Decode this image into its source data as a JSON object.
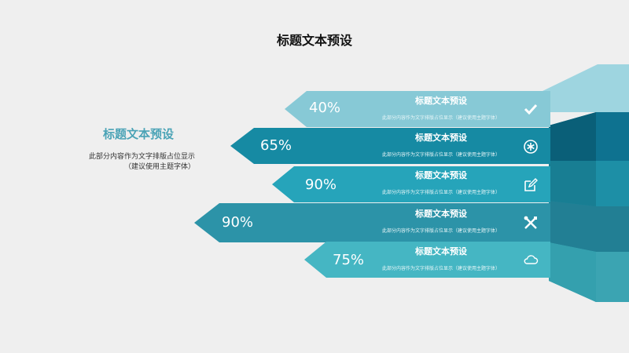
{
  "slide": {
    "title": "标题文本预设"
  },
  "intro": {
    "heading": "标题文本预设",
    "desc_line1": "此部分内容作为文字排版占位显示",
    "desc_line2": "（建议使用主题字体）"
  },
  "rows": [
    {
      "percent": "40%",
      "value": 40,
      "title": "标题文本预设",
      "desc": "此部分内容作为文字排版占位显示（建议使用主题字体）",
      "icon": "check-icon",
      "color": "#87c9d6"
    },
    {
      "percent": "65%",
      "value": 65,
      "title": "标题文本预设",
      "desc": "此部分内容作为文字排版占位显示（建议使用主题字体）",
      "icon": "asterisk-circle-icon",
      "color": "#168aa3"
    },
    {
      "percent": "90%",
      "value": 90,
      "title": "标题文本预设",
      "desc": "此部分内容作为文字排版占位显示（建议使用主题字体）",
      "icon": "edit-icon",
      "color": "#26a4ba"
    },
    {
      "percent": "90%",
      "value": 90,
      "title": "标题文本预设",
      "desc": "此部分内容作为文字排版占位显示（建议使用主题字体）",
      "icon": "tools-icon",
      "color": "#2c93a8"
    },
    {
      "percent": "75%",
      "value": 75,
      "title": "标题文本预设",
      "desc": "此部分内容作为文字排版占位显示（建议使用主题字体）",
      "icon": "cloud-icon",
      "color": "#45b6c3"
    }
  ]
}
